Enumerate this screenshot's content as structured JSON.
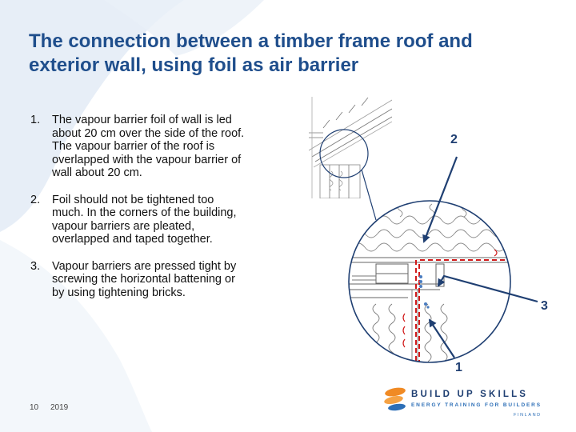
{
  "title": {
    "line1": "The connection between a timber frame roof and",
    "line2": "exterior wall, using foil as air barrier"
  },
  "list": [
    {
      "number": "1.",
      "lines": [
        "The vapour barrier foil of wall is led",
        "about 20 cm over the side of the roof.",
        "The vapour barrier of the roof is",
        "overlapped with the vapour barrier of",
        "wall about 20 cm."
      ]
    },
    {
      "number": "2.",
      "lines": [
        "Foil should not be tightened too",
        "much. In the corners of the building,",
        "vapour barriers are pleated,",
        "overlapped and taped together."
      ]
    },
    {
      "number": "3.",
      "lines": [
        "Vapour barriers are pressed tight by",
        "screwing the horizontal battening or",
        "by using tightening bricks."
      ]
    }
  ],
  "callouts": {
    "c1": "1",
    "c2": "2",
    "c3": "3"
  },
  "footer": {
    "slide_number": "10",
    "year": "2019"
  },
  "logo": {
    "word": "BUILD UP SKILLS",
    "tagline": "ENERGY TRAINING FOR BUILDERS",
    "country": "FINLAND"
  },
  "colors": {
    "title": "#1f4e8c",
    "callout": "#1f3f72",
    "barrier_red": "#d11a1a",
    "circle_outline": "#1f3f72",
    "logo_orange": "#f08a24",
    "logo_blue": "#2d6fb7"
  }
}
